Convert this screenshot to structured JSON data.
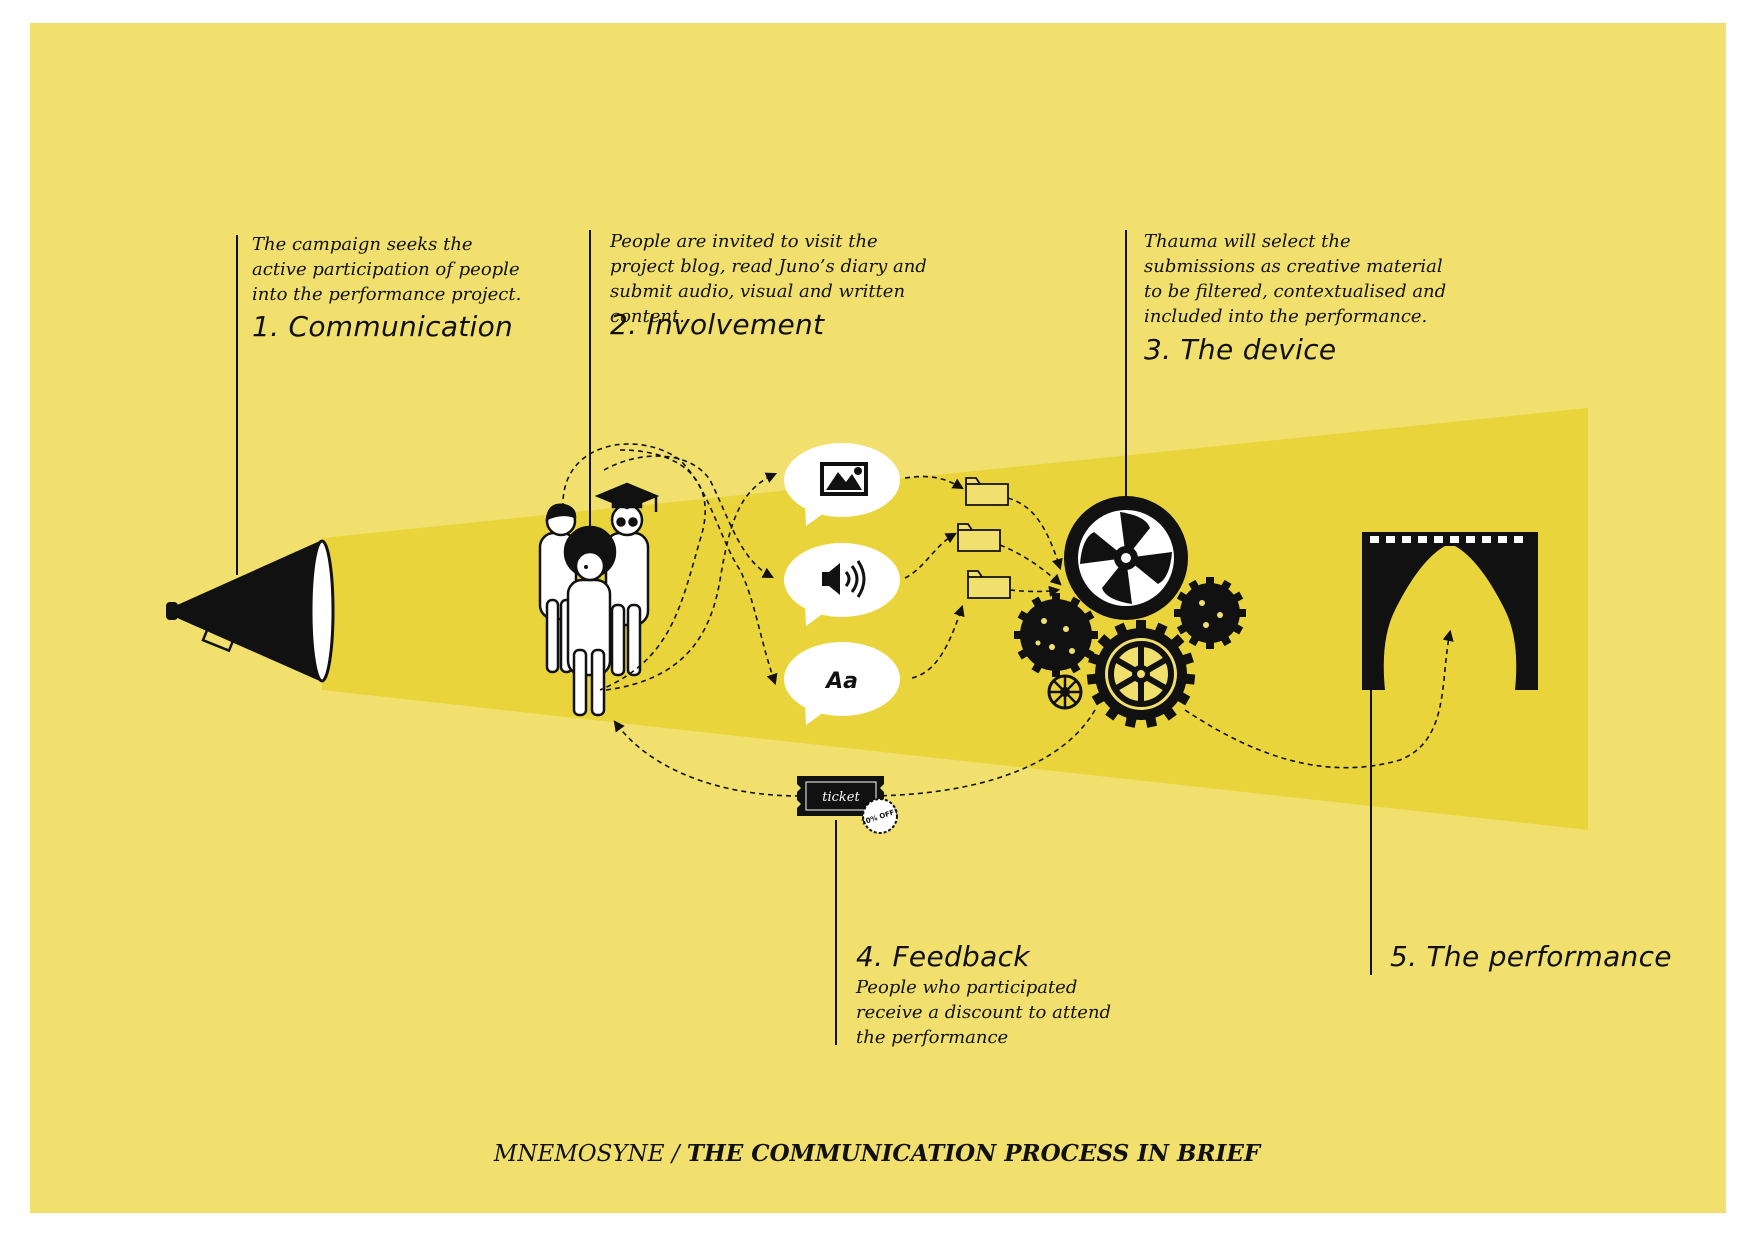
{
  "steps": [
    {
      "number_title": "1. Communication",
      "description": "The campaign seeks the active participation of people into the performance project."
    },
    {
      "number_title": "2. Involvement",
      "description": "People are invited to visit the project blog, read Juno’s diary and submit audio, visual and written content."
    },
    {
      "number_title": "3. The device",
      "description": "Thauma will select the submissions as creative material to be filtered, contextualised and included into the performance."
    },
    {
      "number_title": "4. Feedback",
      "description": "People who participated receive a discount to attend the performance"
    },
    {
      "number_title": "5. The performance",
      "description": ""
    }
  ],
  "bubbles": {
    "text_bubble_label": "Aa"
  },
  "ticket": {
    "label": "ticket",
    "discount_badge": "10% OFF!"
  },
  "footer": {
    "project": "MNEMOSYNE",
    "separator": " / ",
    "subtitle": "THE COMMUNICATION PROCESS IN BRIEF"
  },
  "icons": [
    "megaphone-icon",
    "people-icon",
    "image-icon",
    "speaker-icon",
    "folder-icon",
    "film-reel-icon",
    "gear-icon",
    "ticket-icon",
    "stage-curtain-icon"
  ],
  "colors": {
    "background": "#f1df6e",
    "beam": "#ead43c",
    "ink": "#111111",
    "paper": "#ffffff"
  }
}
